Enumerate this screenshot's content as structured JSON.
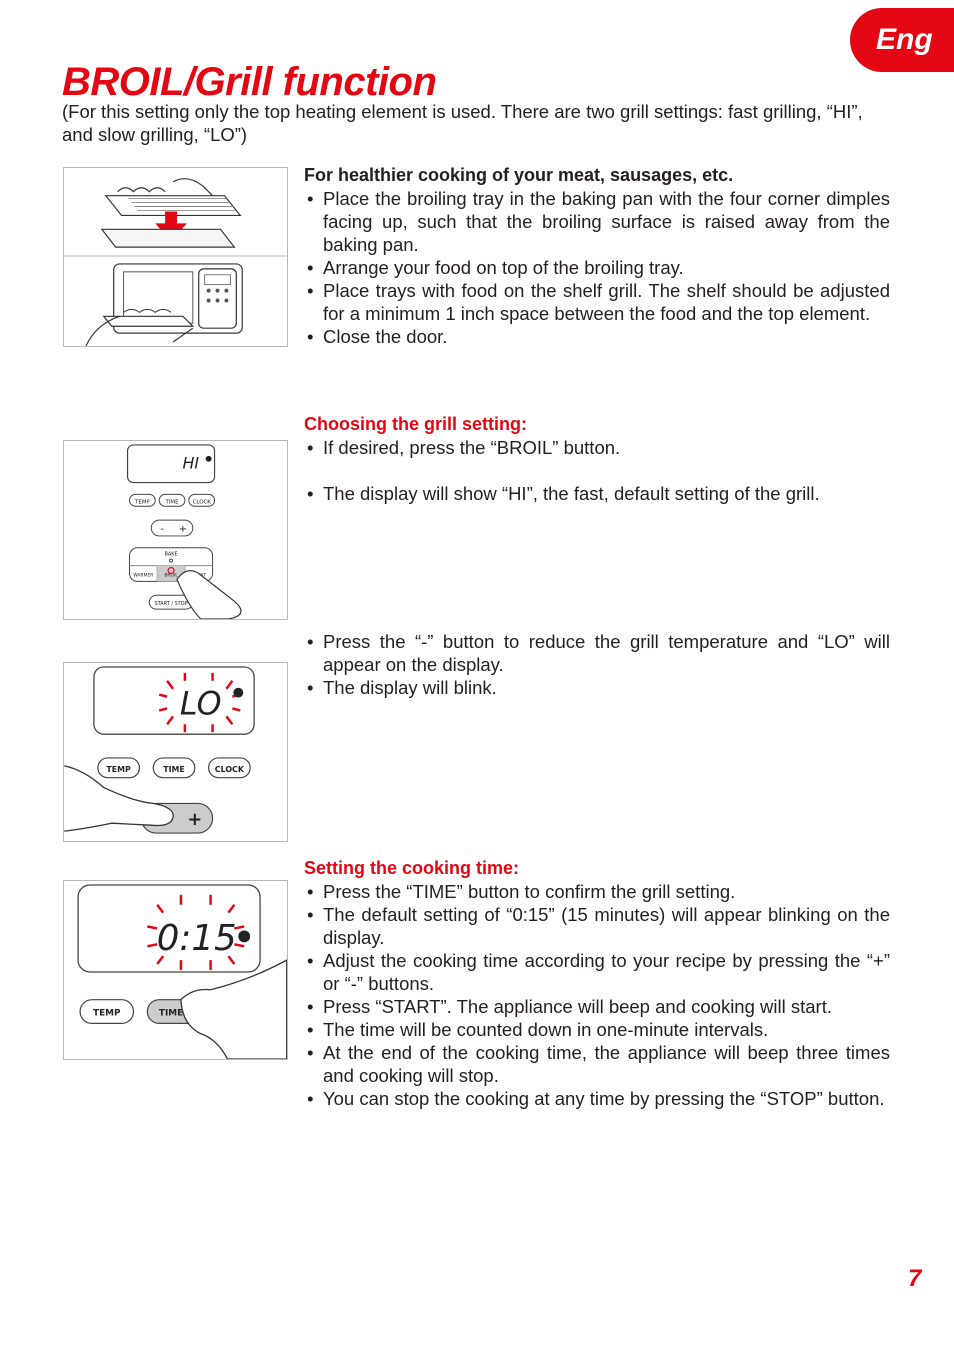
{
  "header": {
    "lang_tab": "Eng",
    "title": "BROIL/Grill function",
    "intro": "(For this setting only the top heating element is used. There are two grill settings: fast grilling, “HI”, and slow grilling, “LO”)"
  },
  "sections": {
    "healthier": {
      "heading": "For healthier cooking of your meat, sausages, etc.",
      "items": [
        "Place the broiling tray in the baking pan with the four corner dimples facing up, such that the broiling surface is raised away from the baking pan.",
        "Arrange your food on top of the broiling tray.",
        "Place trays with food on the shelf grill. The shelf should be adjusted for a minimum 1 inch space between the food and the top element.",
        "Close the door."
      ]
    },
    "grill_setting": {
      "heading": "Choosing the grill setting:",
      "items": [
        "If desired, press the “BROIL” button.",
        "The display will show “HI”, the fast, default setting of the grill."
      ]
    },
    "reduce": {
      "items": [
        "Press the “-” button to reduce the grill temperature and “LO” will appear on the display.",
        "The display will blink."
      ]
    },
    "cooking_time": {
      "heading": "Setting the cooking time:",
      "items": [
        "Press the “TIME” button to confirm the grill setting.",
        "The default setting of “0:15” (15 minutes) will appear blinking on the display.",
        "Adjust the cooking time according to your recipe by pressing the “+” or “-” buttons.",
        "Press “START”. The appliance will beep and cooking will start.",
        "The time will be counted down in one-minute intervals.",
        "At the end of the cooking time, the appliance will beep three times and cooking will stop.",
        "You can stop the cooking at any time by pressing the “STOP” button."
      ]
    }
  },
  "illustrations": {
    "panel2": {
      "display": "HI",
      "buttons": {
        "temp": "TEMP",
        "time": "TIME",
        "clock": "CLOCK",
        "minus": "-",
        "plus": "+",
        "bake": "BAKE",
        "warmer": "WARMER",
        "broil": "BROIL",
        "toast": "TOAST",
        "start_stop": "START / STOP"
      }
    },
    "panel3": {
      "display": "LO",
      "buttons": {
        "temp": "TEMP",
        "time": "TIME",
        "clock": "CLOCK",
        "minus": "-",
        "plus": "+"
      }
    },
    "panel4": {
      "display": "0:15",
      "buttons": {
        "temp": "TEMP",
        "time": "TIME"
      }
    }
  },
  "footer": {
    "page_number": "7"
  },
  "colors": {
    "accent": "#e30613",
    "text": "#231f20"
  }
}
